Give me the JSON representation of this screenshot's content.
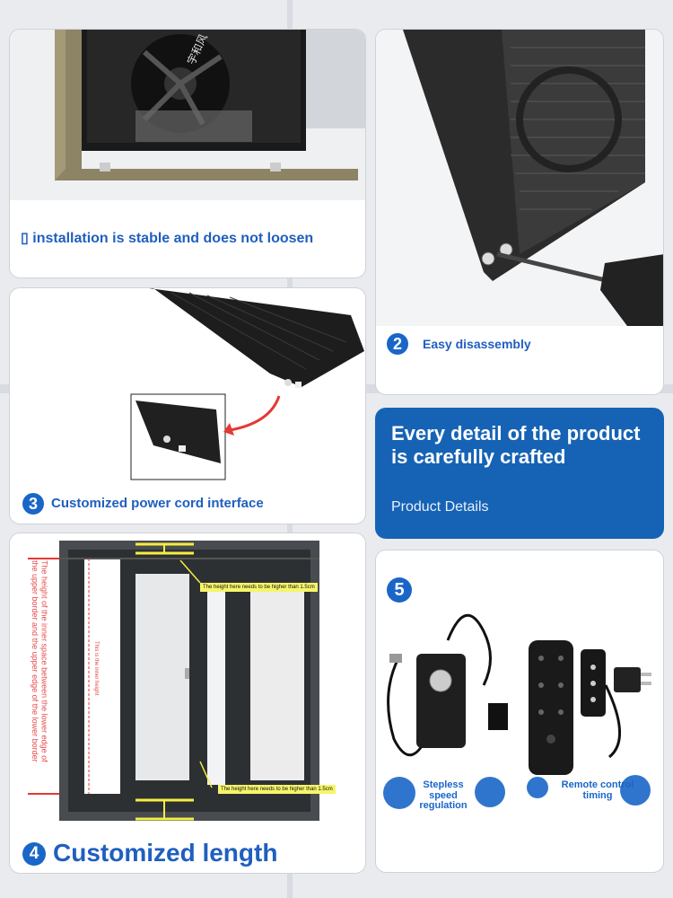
{
  "panel1": {
    "fan_brand": "宇和风",
    "label": "▯ installation is stable and does not loosen"
  },
  "panel2": {
    "number": "2",
    "label": "Easy disassembly"
  },
  "panel3": {
    "number": "3",
    "label": "Customized power cord interface"
  },
  "panel4": {
    "number": "4",
    "label": "Customized length",
    "note_top": "The height here needs to be higher than 1.5cm",
    "note_bottom": "The height here needs to be higher than 1.5cm",
    "vertical_note": "The height of the inner space between the lower edge of the upper border and the upper edge of the lower border",
    "inner_height": "This is the inner height"
  },
  "highlight": {
    "title": "Every detail of the product is carefully crafted",
    "subtitle": "Product Details"
  },
  "panel5": {
    "number": "5",
    "item1": "Stepless speed regulation",
    "item2": "Remote control timing"
  },
  "colors": {
    "accent": "#1a66c8",
    "banner": "#1663b5",
    "highlight_yellow": "#f5ee42",
    "red_marker": "#e53935"
  }
}
